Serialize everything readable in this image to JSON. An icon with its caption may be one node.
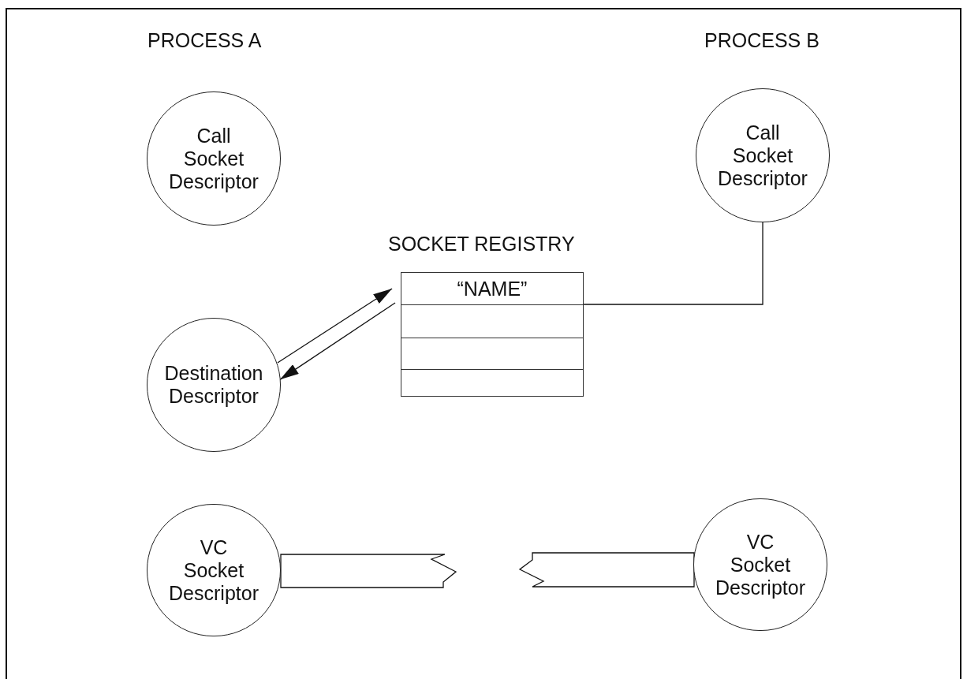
{
  "diagram": {
    "nodes": [
      {
        "text": [
          "Call Socket Descriptor"
        ]
      },
      {
        "text": [
          "Call Socket Descriptor"
        ]
      },
      {
        "text": [
          "Destination Descriptor"
        ]
      },
      {
        "text": [
          "SOCKET REGISTRY"
        ]
      },
      {
        "text": [
          "“NAME”"
        ],
        "in": 3
      },
      {
        "text": [
          "VC Socket Descriptor"
        ]
      },
      {
        "text": [
          "VC Socket Descriptor"
        ]
      }
    ],
    "edges": [
      {
        "from": 2,
        "to": 3,
        "arrow": "to"
      },
      {
        "from": 3,
        "to": 2,
        "arrow": "to"
      },
      {
        "from": 4,
        "to": 1,
        "arrow": "none"
      }
    ],
    "labels": [
      "PROCESS A",
      "PROCESS B"
    ]
  }
}
